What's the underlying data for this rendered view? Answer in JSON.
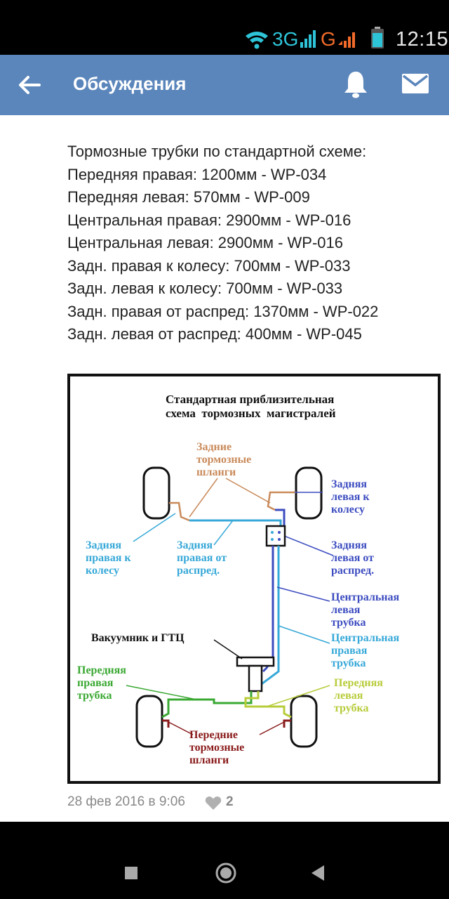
{
  "status_bar": {
    "network_1": "3G",
    "network_2": "G",
    "time": "12:15"
  },
  "app_bar": {
    "title": "Обсуждения"
  },
  "post": {
    "lines": [
      "Тормозные трубки по стандартной схеме:",
      "Передняя правая: 1200мм - WP-034",
      "Передняя левая: 570мм - WP-009",
      "Центральная правая: 2900мм - WP-016",
      "Центральная левая: 2900мм - WP-016",
      "Задн. правая к колесу: 700мм - WP-033",
      "Задн. левая к колесу: 700мм - WP-033",
      "Задн. правая от распред: 1370мм - WP-022",
      "Задн. левая от распред: 400мм - WP-045"
    ],
    "diagram": {
      "title_line1": "Стандартная приблизительная",
      "title_line2": "схема  тормозных  магистралей",
      "rear_hoses": "Задние\nтормозные\nшланги",
      "rear_left_to_wheel": "Задняя\nлевая к\nколесу",
      "rear_right_to_wheel": "Задняя\nправая к\nколесу",
      "rear_right_from_dist": "Задняя\nправая от\nраспред.",
      "rear_left_from_dist": "Задняя\nлевая от\nраспред.",
      "central_left": "Центральная\nлевая\nтрубка",
      "central_right": "Центральная\nправая\nтрубка",
      "vacuum": "Вакуумник и ГТЦ",
      "front_right": "Передняя\nправая\nтрубка",
      "front_left": "Передняя\nлевая\nтрубка",
      "front_hoses": "Передние\nтормозные\nшланги"
    },
    "date": "28 фев 2016 в 9:06",
    "likes": "2"
  },
  "colors": {
    "app_bar": "#5b86bb",
    "hoses_rear": "#c98a5a",
    "rear_left": "#3c4cc0",
    "rear_right": "#36a8d8",
    "front_right": "#3aa832",
    "front_left": "#b8cc3a",
    "front_hoses": "#8a1a1a"
  }
}
